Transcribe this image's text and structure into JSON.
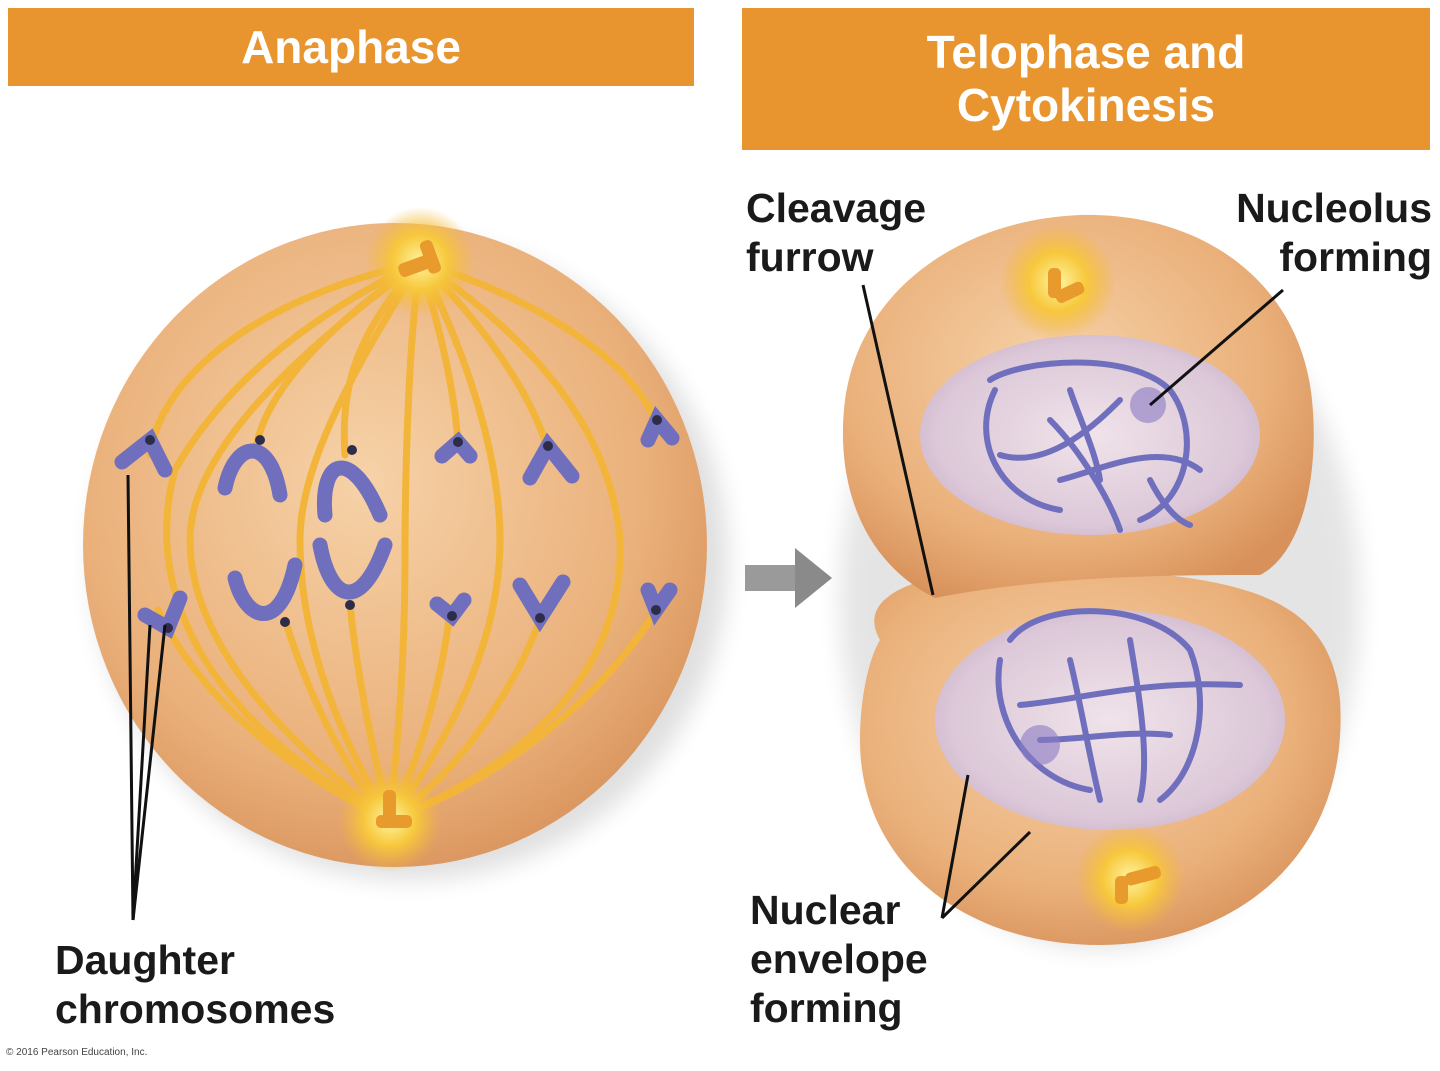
{
  "headers": {
    "anaphase": "Anaphase",
    "telophase_line1": "Telophase and",
    "telophase_line2": "Cytokinesis"
  },
  "labels": {
    "cleavage_line1": "Cleavage",
    "cleavage_line2": "furrow",
    "nucleolus_line1": "Nucleolus",
    "nucleolus_line2": "forming",
    "daughter_line1": "Daughter",
    "daughter_line2": "chromosomes",
    "envelope_line1": "Nuclear",
    "envelope_line2": "envelope",
    "envelope_line3": "forming"
  },
  "copyright": "© 2016 Pearson Education, Inc.",
  "colors": {
    "banner": "#e8952f",
    "cell": "#e9a874",
    "spindle": "#f2b53a",
    "chromosome": "#6f6fbd",
    "nucleus": "#dcc7d6",
    "arrow": "#8a8a8a"
  }
}
